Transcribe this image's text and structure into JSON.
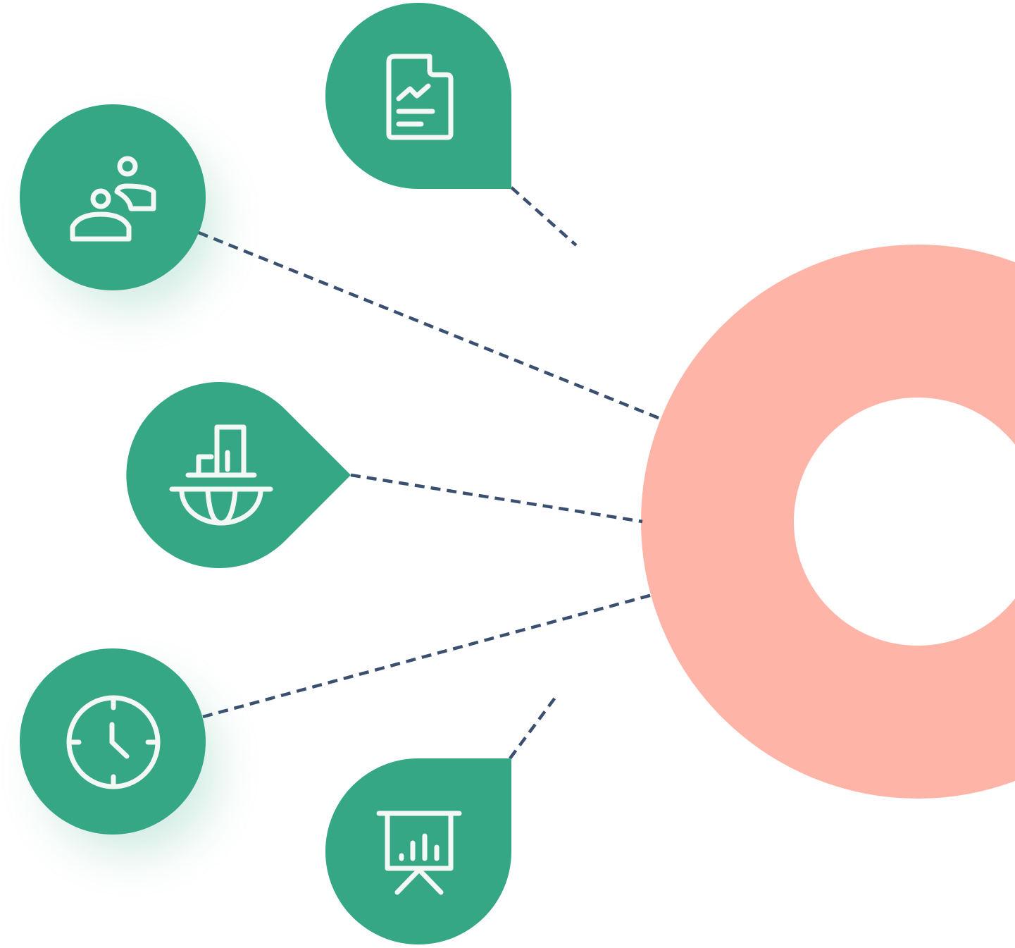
{
  "colors": {
    "background": "#ffffff",
    "node_fill": "#35a785",
    "node_shadow": "#35a785",
    "icon_stroke": "#f3f8f5",
    "hub_ring": "#ffb4a8",
    "connector": "#3b5070"
  },
  "hub": {
    "name": "hub-ring",
    "shape": "donut"
  },
  "nodes": [
    {
      "name": "report-node",
      "icon": "report-chart-icon",
      "shape": "teardrop-bottom-right",
      "connected": true
    },
    {
      "name": "users-node",
      "icon": "users-icon",
      "shape": "circle",
      "connected": true
    },
    {
      "name": "bar-chart-globe-node",
      "icon": "bar-chart-globe-icon",
      "shape": "teardrop-right",
      "connected": true
    },
    {
      "name": "clock-node",
      "icon": "clock-icon",
      "shape": "circle",
      "connected": true
    },
    {
      "name": "presentation-node",
      "icon": "presentation-chart-icon",
      "shape": "teardrop-top-right",
      "connected": true
    }
  ]
}
